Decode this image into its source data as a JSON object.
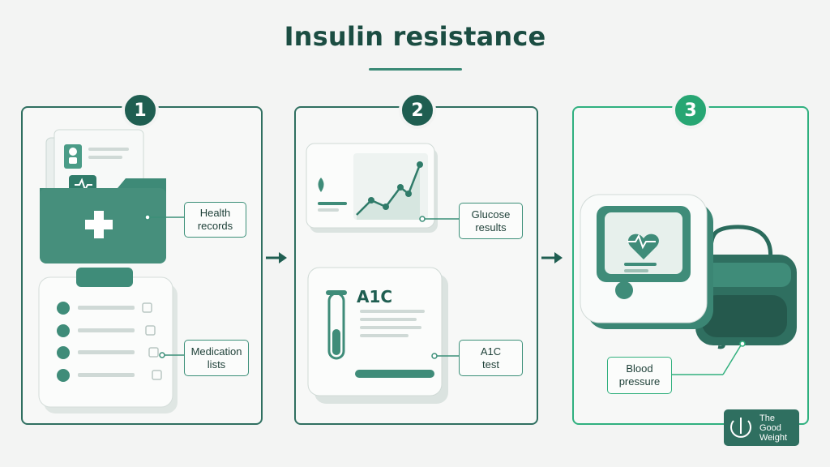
{
  "title": "Insulin resistance",
  "steps": [
    {
      "number": "1",
      "items": [
        {
          "label_line1": "Health",
          "label_line2": "records"
        },
        {
          "label_line1": "Medication",
          "label_line2": "lists"
        }
      ]
    },
    {
      "number": "2",
      "items": [
        {
          "label_line1": "Glucose",
          "label_line2": "results"
        },
        {
          "label_line1": "A1C",
          "label_line2": "test"
        }
      ],
      "doc_heading": "A1C"
    },
    {
      "number": "3",
      "items": [
        {
          "label_line1": "Blood",
          "label_line2": "pressure"
        }
      ]
    }
  ],
  "logo": {
    "line1": "The",
    "line2": "Good",
    "line3": "Weight"
  },
  "colors": {
    "primary": "#1f5e51",
    "accent": "#27a673",
    "panel_border": "#2f6f60",
    "background": "#f3f4f3"
  },
  "icons": [
    "folder-medical-icon",
    "clipboard-checklist-icon",
    "glucose-chart-tablet-icon",
    "a1c-test-document-icon",
    "blood-pressure-monitor-icon",
    "arrow-right-icon",
    "logo-icon"
  ]
}
